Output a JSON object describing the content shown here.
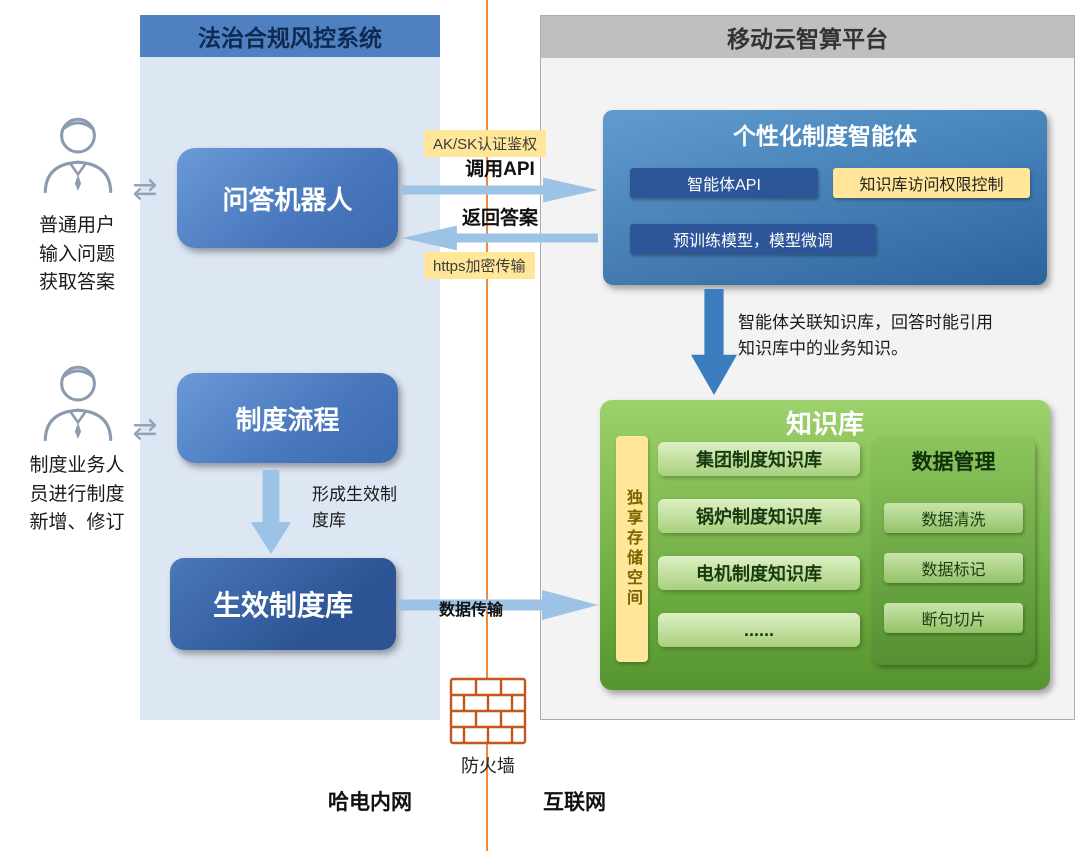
{
  "left_panel": {
    "title": "法治合规风控系统",
    "qa_bot": "问答机器人",
    "process": "制度流程",
    "effective_library": "生效制度库",
    "ordinary_user_caption": "普通用户\n输入问题\n获取答案",
    "business_user_caption": "制度业务人\n员进行制度\n新增、修订",
    "form_library_note": "形成生效制\n度库"
  },
  "right_panel": {
    "title": "移动云智算平台",
    "agent": {
      "title": "个性化制度智能体",
      "api_chip": "智能体API",
      "acl_chip": "知识库访问权限控制",
      "model_chip": "预训练模型，模型微调"
    },
    "agent_note": "智能体关联知识库，回答时能引用\n知识库中的业务知识。",
    "kb": {
      "title": "知识库",
      "storage_strip": "独享存储空间",
      "items": [
        "集团制度知识库",
        "锅炉制度知识库",
        "电机制度知识库",
        "......"
      ],
      "data_mgmt": {
        "title": "数据管理",
        "buttons": [
          "数据清洗",
          "数据标记",
          "断句切片"
        ]
      }
    }
  },
  "connections": {
    "aksk_label": "AK/SK认证鉴权",
    "call_api": "调用API",
    "return_answer": "返回答案",
    "https_label": "https加密传输",
    "data_transfer": "数据传输"
  },
  "footer": {
    "firewall": "防火墙",
    "intranet": "哈电内网",
    "internet": "互联网"
  },
  "icons": {
    "exchange": "⇄"
  },
  "colors": {
    "left_header_blue": "#4e80c2",
    "panel_blue": "#dde6f3",
    "right_header_gray": "#bfbfbf",
    "box_blue": "#4877bd",
    "dark_blue": "#2d5698",
    "arrow_light_blue": "#9cc2e5",
    "highlight_yellow": "#ffe699",
    "kb_green": "#6aa93f",
    "item_light_green": "#a8d07d",
    "divider_orange": "#f0893c"
  }
}
